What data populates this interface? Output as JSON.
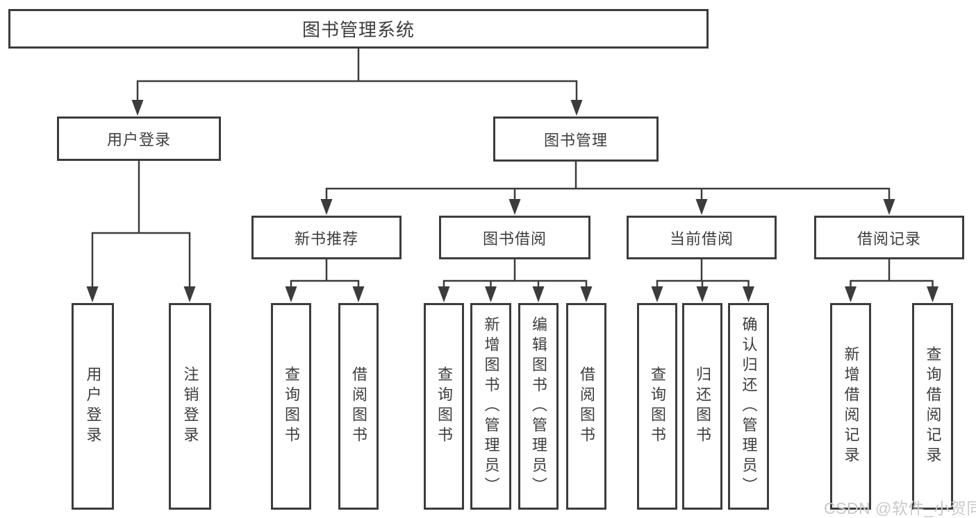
{
  "tree": {
    "root": {
      "label": "图书管理系统",
      "children": [
        {
          "label": "用户登录",
          "children": [
            {
              "label": "用户登录"
            },
            {
              "label": "注销登录"
            }
          ]
        },
        {
          "label": "图书管理",
          "children": [
            {
              "label": "新书推荐",
              "children": [
                {
                  "label": "查询图书"
                },
                {
                  "label": "借阅图书"
                }
              ]
            },
            {
              "label": "图书借阅",
              "children": [
                {
                  "label": "查询图书"
                },
                {
                  "label": "新增图书（管理员）"
                },
                {
                  "label": "编辑图书（管理员）"
                },
                {
                  "label": "借阅图书"
                }
              ]
            },
            {
              "label": "当前借阅",
              "children": [
                {
                  "label": "查询图书"
                },
                {
                  "label": "归还图书"
                },
                {
                  "label": "确认归还（管理员）"
                }
              ]
            },
            {
              "label": "借阅记录",
              "children": [
                {
                  "label": "新增借阅记录"
                },
                {
                  "label": "查询借阅记录"
                }
              ]
            }
          ]
        }
      ]
    }
  },
  "watermark": {
    "text": "CSDN @软件_小贺同学"
  },
  "colors": {
    "line": "#3c3c3c",
    "text": "#3d3d3d",
    "background": "#ffffff",
    "watermark": "#c9c9c9"
  }
}
